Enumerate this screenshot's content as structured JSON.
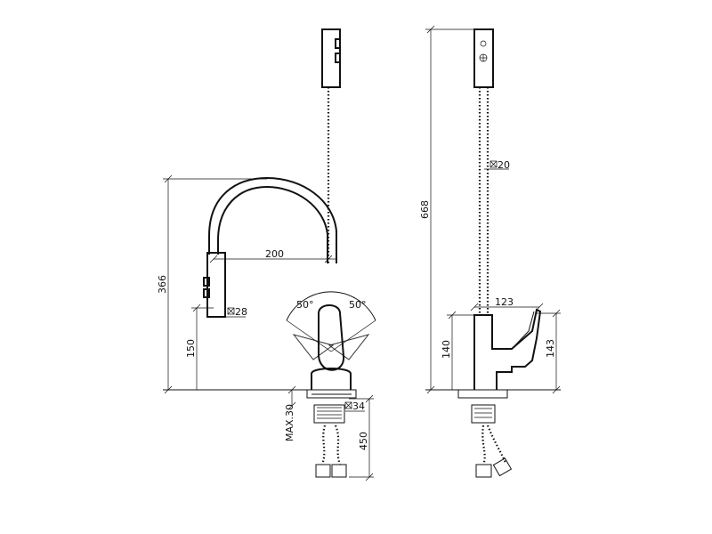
{
  "front_view": {
    "dim_height_total": "366",
    "dim_spout_reach": "200",
    "dim_outlet_height": "150",
    "dim_aerator_diameter": "28",
    "dim_base_diameter": "34",
    "dim_max_thickness": "MAX.30",
    "dim_hose_length": "450",
    "angle_left": "50°",
    "angle_right": "50°"
  },
  "side_view": {
    "dim_height_total": "668",
    "dim_hose_diameter": "20",
    "dim_body_depth": "123",
    "dim_body_height": "140",
    "dim_lever_height": "143"
  },
  "symbols": {
    "diameter_icon": "diameter-square-symbol"
  }
}
